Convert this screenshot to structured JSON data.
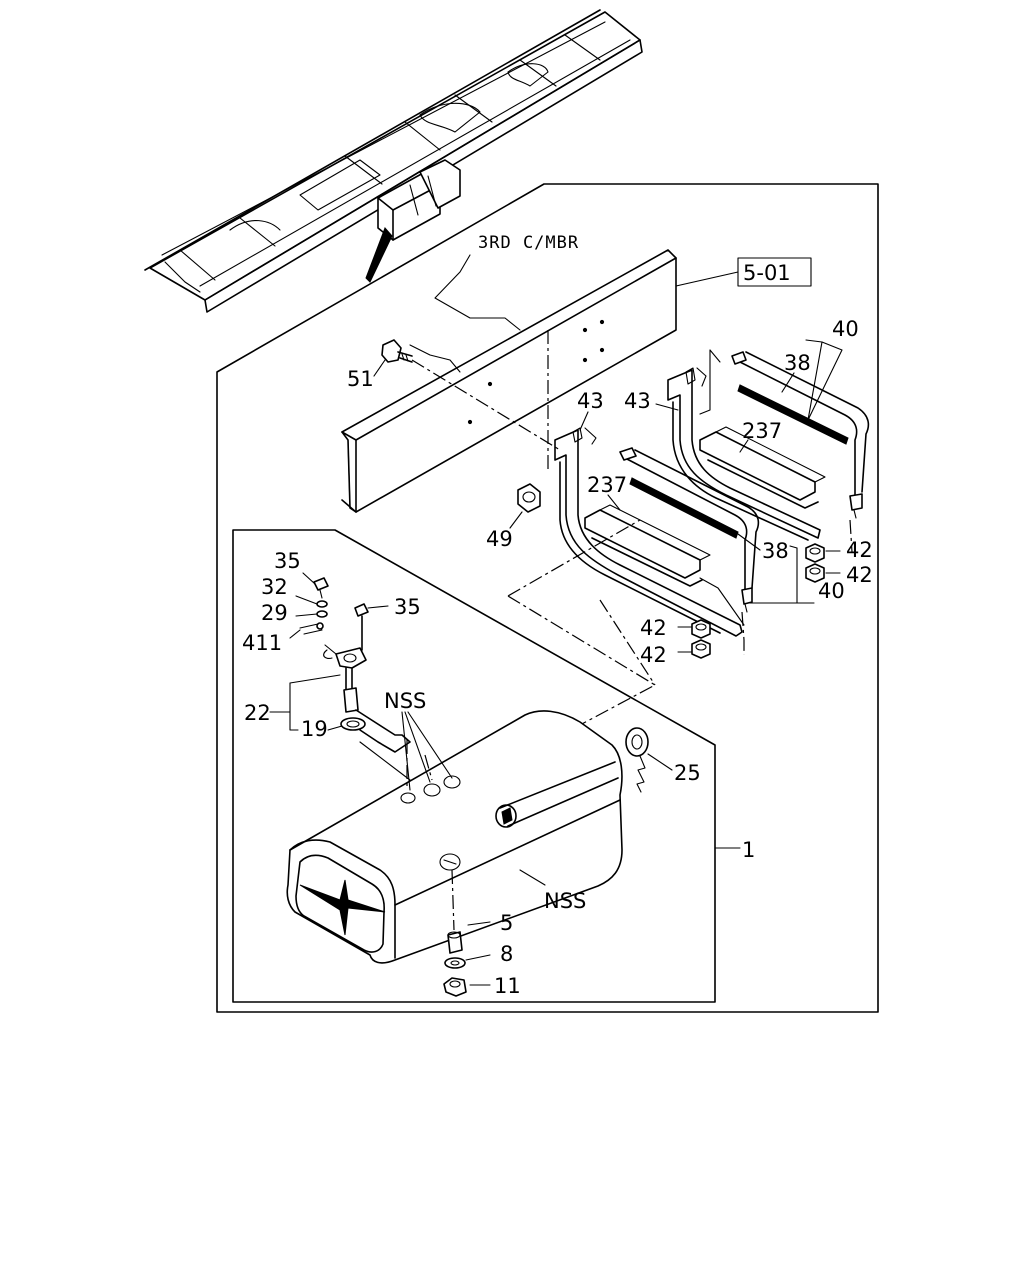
{
  "frame_label": "3RD C/MBR",
  "ref_box": "5-01",
  "callouts": {
    "c1": "1",
    "c5": "5",
    "c8": "8",
    "c11": "11",
    "c19": "19",
    "c22": "22",
    "c25": "25",
    "c29": "29",
    "c32": "32",
    "c35a": "35",
    "c35b": "35",
    "c38a": "38",
    "c38b": "38",
    "c40a": "40",
    "c40b": "40",
    "c42a": "42",
    "c42b": "42",
    "c42c": "42",
    "c42d": "42",
    "c43a": "43",
    "c43b": "43",
    "c49": "49",
    "c51": "51",
    "c237a": "237",
    "c237b": "237",
    "c411": "411",
    "nss_a": "NSS",
    "nss_b": "NSS"
  }
}
